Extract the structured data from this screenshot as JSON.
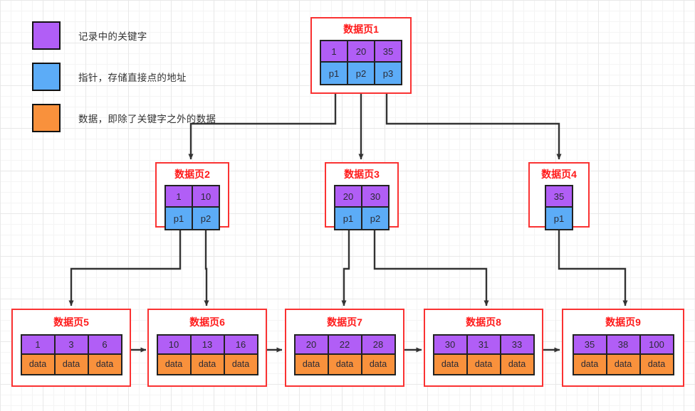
{
  "legend": {
    "items": [
      {
        "swatch_color": "#b15ef6",
        "label": "记录中的关键字",
        "name": "key"
      },
      {
        "swatch_color": "#5cacf7",
        "label": "指针，存储直接点的地址",
        "name": "pointer"
      },
      {
        "swatch_color": "#f9913c",
        "label": "数据，即除了关键字之外的数据",
        "name": "data"
      }
    ]
  },
  "colors": {
    "key": "#b15ef6",
    "pointer": "#5cacf7",
    "data": "#f9913c",
    "box_border": "#fa3232",
    "title_text": "#ff1a1a",
    "cell_border": "#222222",
    "connector": "#333333",
    "grid_minor": "#f4f4f4",
    "grid_major": "#e8e8e8"
  },
  "nodes": {
    "page1": {
      "title": "数据页1",
      "keys": [
        "1",
        "20",
        "35"
      ],
      "pointers": [
        "p1",
        "p2",
        "p3"
      ]
    },
    "page2": {
      "title": "数据页2",
      "keys": [
        "1",
        "10"
      ],
      "pointers": [
        "p1",
        "p2"
      ]
    },
    "page3": {
      "title": "数据页3",
      "keys": [
        "20",
        "30"
      ],
      "pointers": [
        "p1",
        "p2"
      ]
    },
    "page4": {
      "title": "数据页4",
      "keys": [
        "35"
      ],
      "pointers": [
        "p1"
      ]
    },
    "page5": {
      "title": "数据页5",
      "keys": [
        "1",
        "3",
        "6"
      ],
      "data": [
        "data",
        "data",
        "data"
      ]
    },
    "page6": {
      "title": "数据页6",
      "keys": [
        "10",
        "13",
        "16"
      ],
      "data": [
        "data",
        "data",
        "data"
      ]
    },
    "page7": {
      "title": "数据页7",
      "keys": [
        "20",
        "22",
        "28"
      ],
      "data": [
        "data",
        "data",
        "data"
      ]
    },
    "page8": {
      "title": "数据页8",
      "keys": [
        "30",
        "31",
        "33"
      ],
      "data": [
        "data",
        "data",
        "data"
      ]
    },
    "page9": {
      "title": "数据页9",
      "keys": [
        "35",
        "38",
        "100"
      ],
      "data": [
        "data",
        "data",
        "data"
      ]
    }
  }
}
